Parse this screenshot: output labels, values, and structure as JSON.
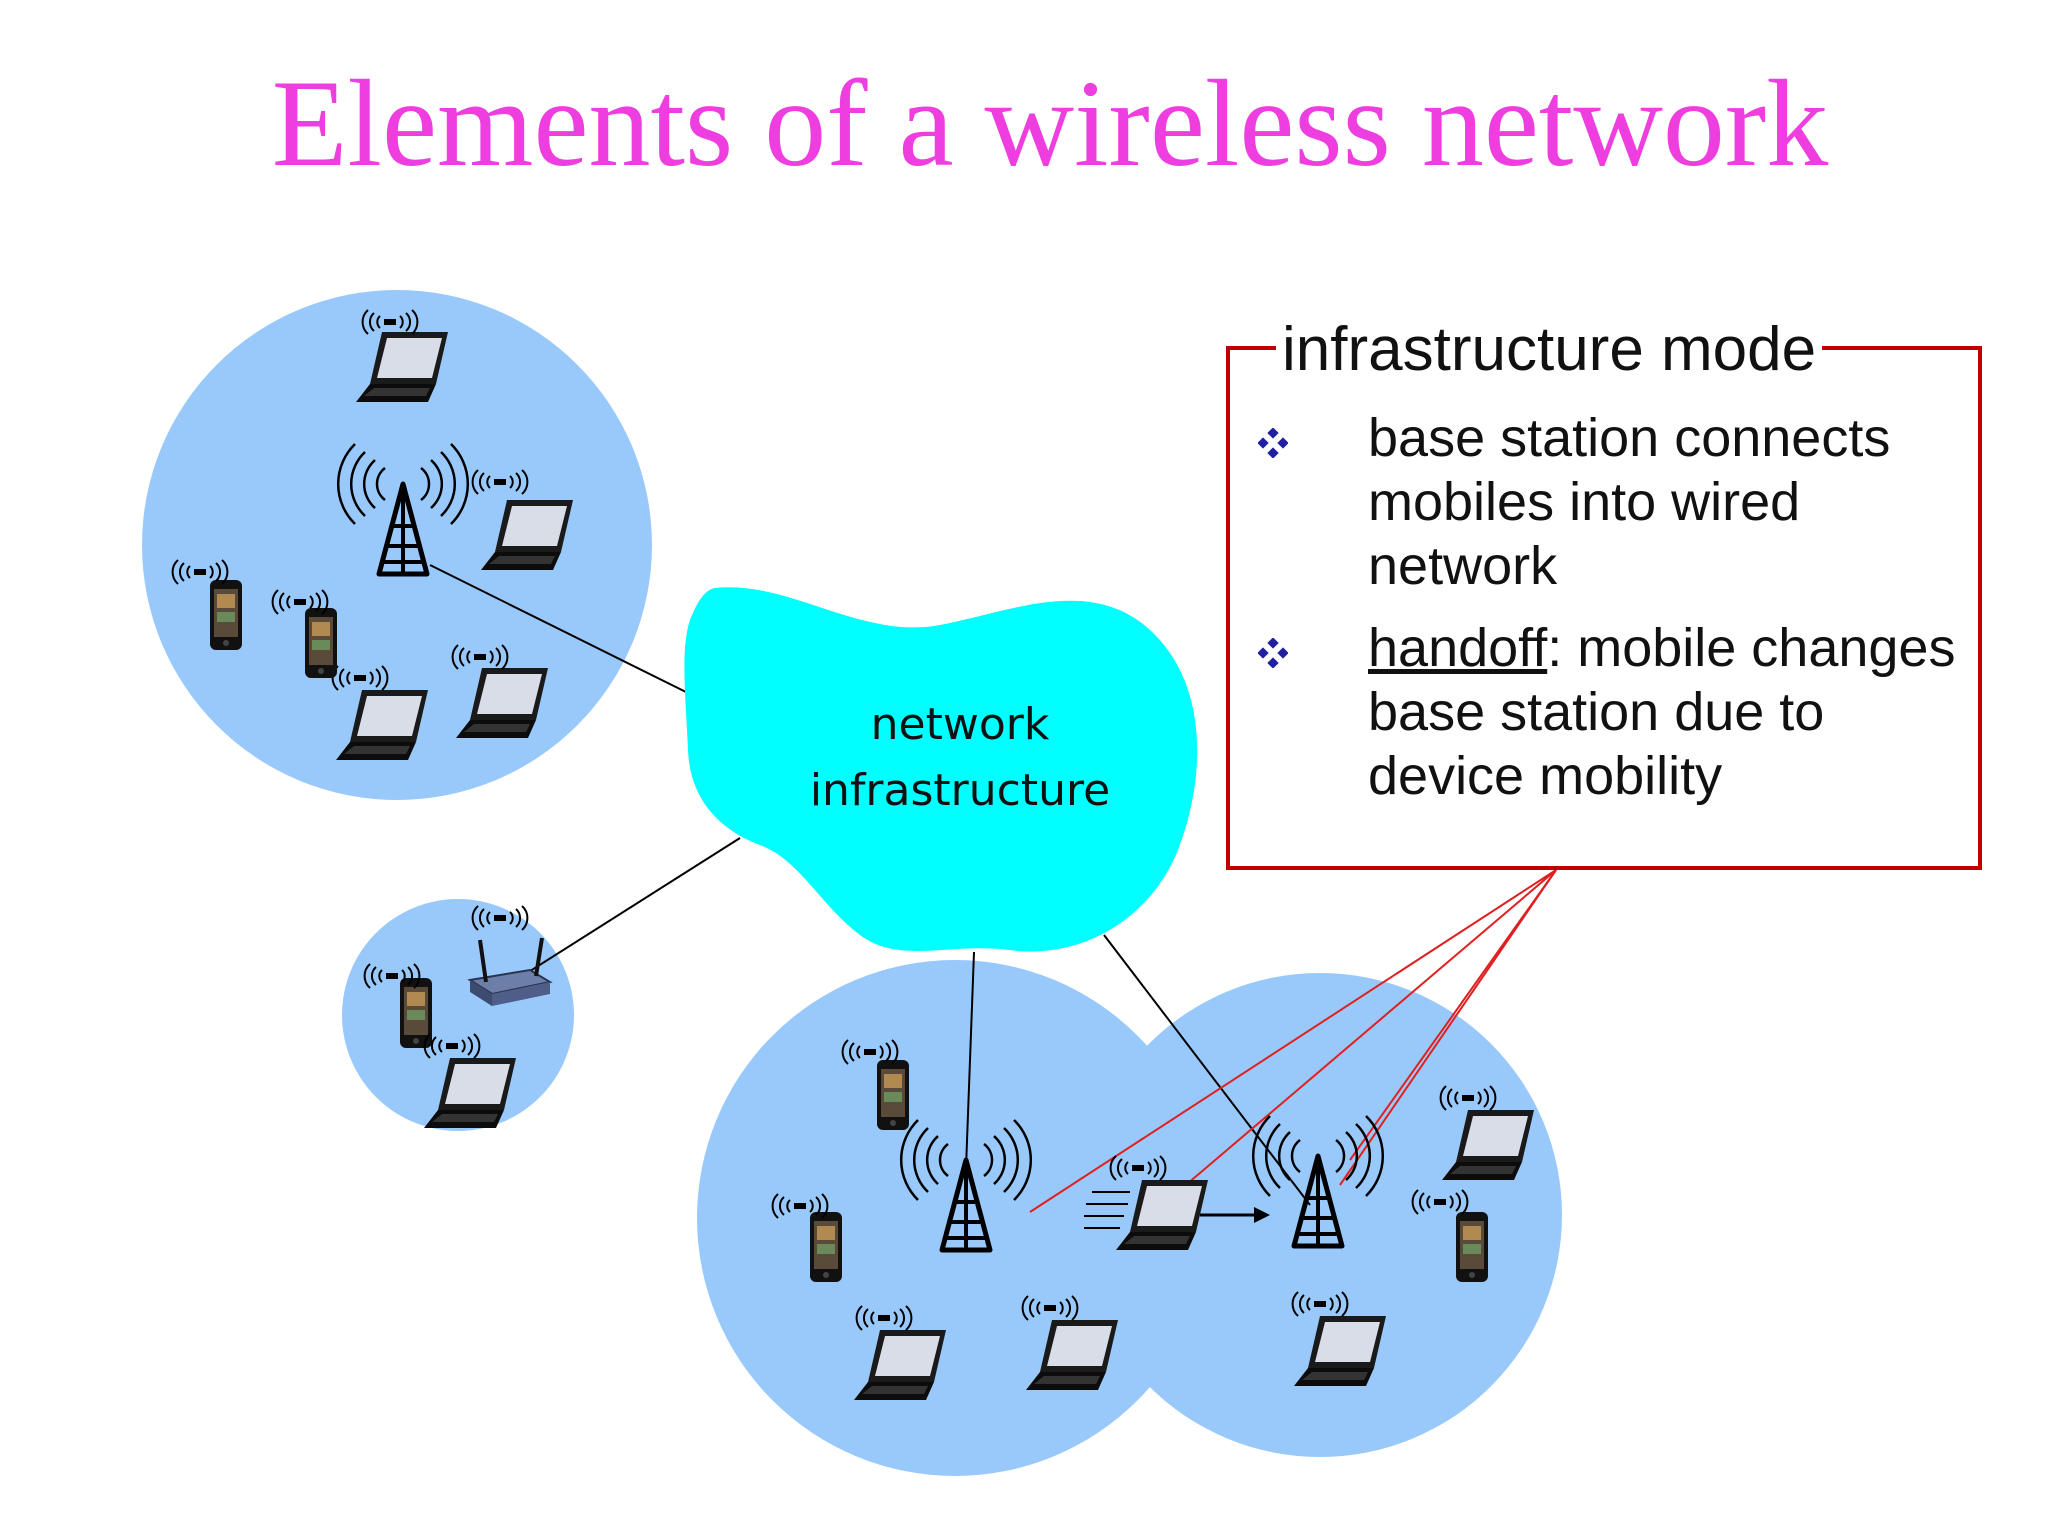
{
  "slide": {
    "title": "Elements of a wireless network"
  },
  "cloud": {
    "line1": "network",
    "line2": "infrastructure"
  },
  "callout": {
    "title": "infrastructure mode",
    "bullets": [
      {
        "text": "base station connects mobiles into wired network"
      },
      {
        "term": "handoff",
        "rest": ": mobile changes base station due to device mobility"
      }
    ]
  },
  "colors": {
    "title": "#ee3ee0",
    "cell": "#99c9fb",
    "cloud": "#00ffff",
    "callout_border": "#c00000",
    "callout_lines": "#e02020",
    "bullet": "#2020a0"
  },
  "icons": [
    "laptop-icon",
    "smartphone-icon",
    "base-station-icon",
    "wireless-router-icon",
    "signal-waves-icon",
    "motion-arrow-icon"
  ]
}
